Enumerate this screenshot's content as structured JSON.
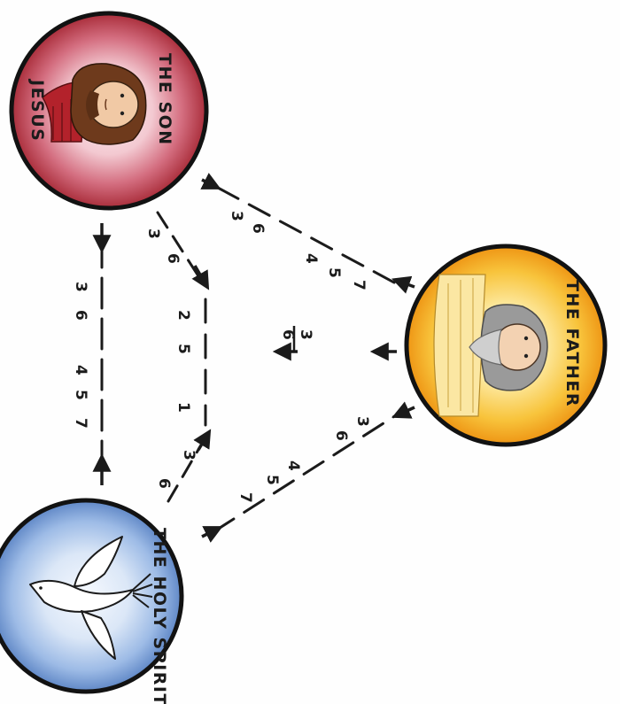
{
  "nodes": {
    "son": {
      "title": "THE SON",
      "subtitle": "JESUS",
      "colors": {
        "outer": "#b5343f",
        "mid": "#d9798a",
        "inner": "#f7dfe3"
      }
    },
    "father": {
      "title": "THE FATHER",
      "colors": {
        "outer": "#f2a01c",
        "mid": "#f8cf4e",
        "inner": "#fff8dc"
      }
    },
    "spirit": {
      "title": "THE HOLY SPIRIT",
      "colors": {
        "outer": "#6d93cf",
        "mid": "#a7c2e8",
        "inner": "#eef4fc"
      }
    }
  },
  "edge_labels": {
    "son_father": [
      "3",
      "6",
      "4",
      "5",
      "7"
    ],
    "son_spirit": [
      "3",
      "6",
      "4",
      "5",
      "7"
    ],
    "father_spirit": [
      "3",
      "6",
      "4",
      "5",
      "7"
    ],
    "son_inner": [
      "3",
      "6"
    ],
    "spirit_inner": [
      "3",
      "6"
    ],
    "inner_line": [
      "2",
      "5",
      "1"
    ],
    "center_fraction": {
      "numerator": "3",
      "denominator": "6"
    }
  },
  "colors": {
    "ink": "#1b1b1b",
    "skin": "#f1c9a5",
    "hair_son": "#6b3a1f",
    "hair_father": "#8d8d8d",
    "robe_son": "#b0232c"
  }
}
